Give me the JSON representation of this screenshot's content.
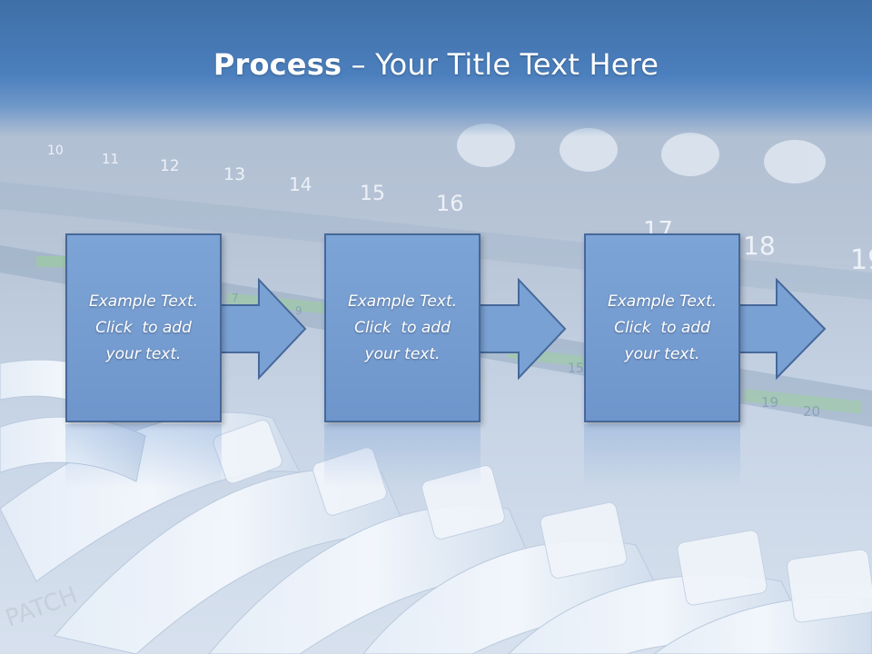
{
  "slide": {
    "title_bold": "Process",
    "title_rest": " – Your Title Text Here"
  },
  "steps": [
    {
      "line1": "Example Text.",
      "line2": "Click  to add",
      "line3": "your text."
    },
    {
      "line1": "Example Text.",
      "line2": "Click  to add",
      "line3": "your text."
    },
    {
      "line1": "Example Text.",
      "line2": "Click  to add",
      "line3": "your text."
    }
  ],
  "background": {
    "port_numbers": [
      "10",
      "11",
      "12",
      "13",
      "14",
      "15",
      "16",
      "17",
      "18",
      "19",
      "7",
      "9",
      "15",
      "19",
      "20"
    ],
    "cable_label": "PATCH"
  },
  "colors": {
    "box_fill": "#7da4d6",
    "box_border": "#46689a",
    "title_band": "#4b7fbd"
  }
}
